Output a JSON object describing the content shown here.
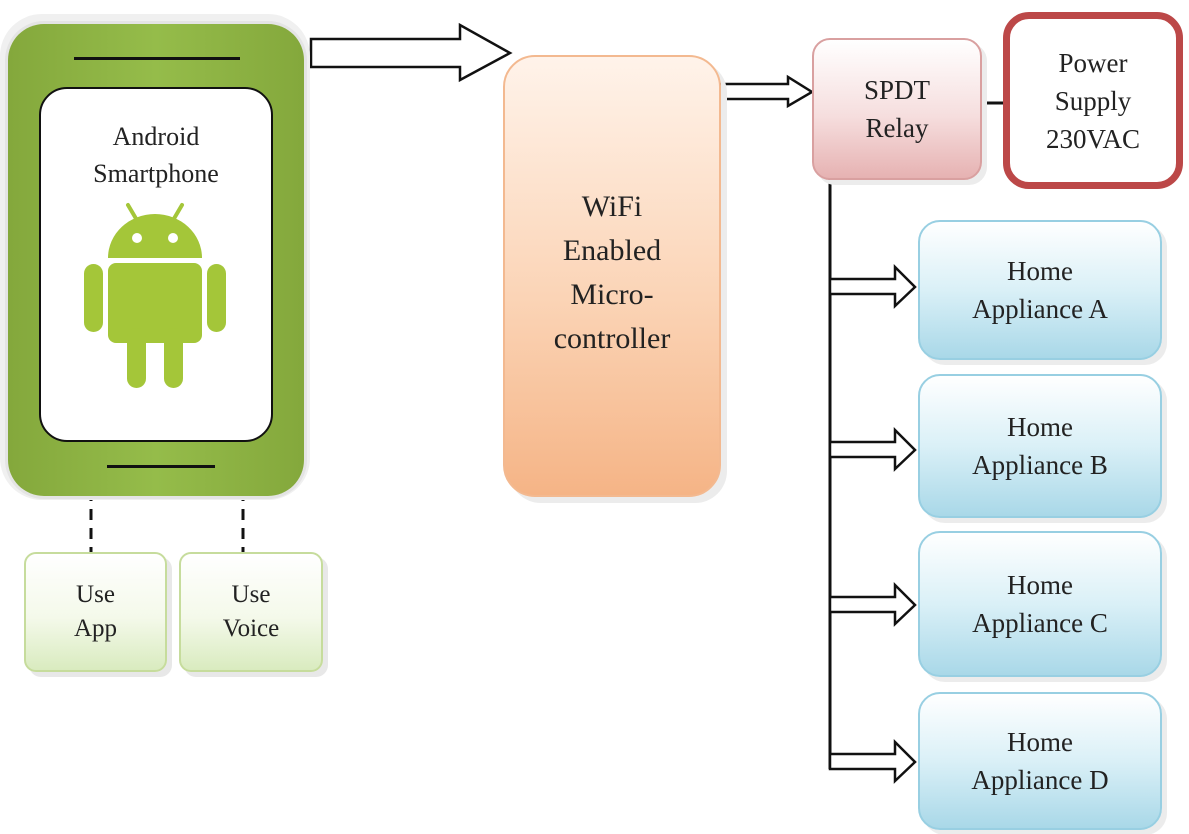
{
  "phone": {
    "label_line1": "Android",
    "label_line2": "Smartphone",
    "icon": "android-robot-icon",
    "body_color": "#8db543"
  },
  "inputs": {
    "app": {
      "line1": "Use",
      "line2": "App"
    },
    "voice": {
      "line1": "Use",
      "line2": "Voice"
    }
  },
  "microcontroller": {
    "line1": "WiFi",
    "line2": "Enabled",
    "line3": "Micro-",
    "line4": "controller",
    "color": "#f8c29c"
  },
  "relay": {
    "line1": "SPDT",
    "line2": "Relay",
    "color": "#ecc2c2"
  },
  "power_supply": {
    "line1": "Power",
    "line2": "Supply",
    "line3": "230VAC",
    "border_color": "#bc4848"
  },
  "appliances": [
    {
      "line1": "Home",
      "line2": "Appliance A"
    },
    {
      "line1": "Home",
      "line2": "Appliance B"
    },
    {
      "line1": "Home",
      "line2": "Appliance C"
    },
    {
      "line1": "Home",
      "line2": "Appliance D"
    }
  ],
  "appliance_color": "#bfe3ef"
}
